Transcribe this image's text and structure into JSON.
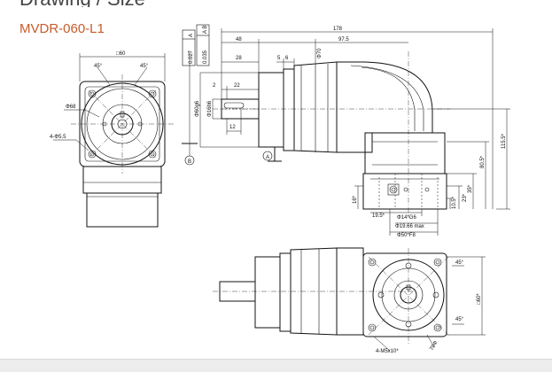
{
  "header": {
    "section_title": "Drawing / Size",
    "model": "MVDR-060-L1"
  },
  "dims": {
    "d178": "178",
    "d97_5": "97.5",
    "d48": "48",
    "d28": "28",
    "d5": "5",
    "d6": "6",
    "d2": "2",
    "d22": "22",
    "d12": "12",
    "d70": "Φ70",
    "d60g6": "Φ60g6",
    "d16h6": "Φ16h6",
    "d115_5": "115.5*",
    "d80_5": "80.5*",
    "d35": "35*",
    "d23": "23*",
    "d10_5": "10.5*",
    "d16": "16*",
    "d19_5": "19.5*",
    "d14g6": "Φ14*G6",
    "d19_66": "Φ19.66 max",
    "d50f8": "Φ50*F8",
    "d60sq": "□60",
    "d68": "Φ68",
    "d4_5_5": "4-Φ5.5",
    "d45a": "45°",
    "d45b": "45°",
    "d45c": "45°",
    "d45d": "45°",
    "d60sq2": "□60*",
    "d4_m5": "4-M5x10*",
    "d70b": "70Φ",
    "datum_a": "A",
    "datum_b": "B",
    "gtol1": "0.027",
    "gtol1_ref": "A",
    "gtol2": "0.035",
    "gtol2_ref": "A B"
  }
}
